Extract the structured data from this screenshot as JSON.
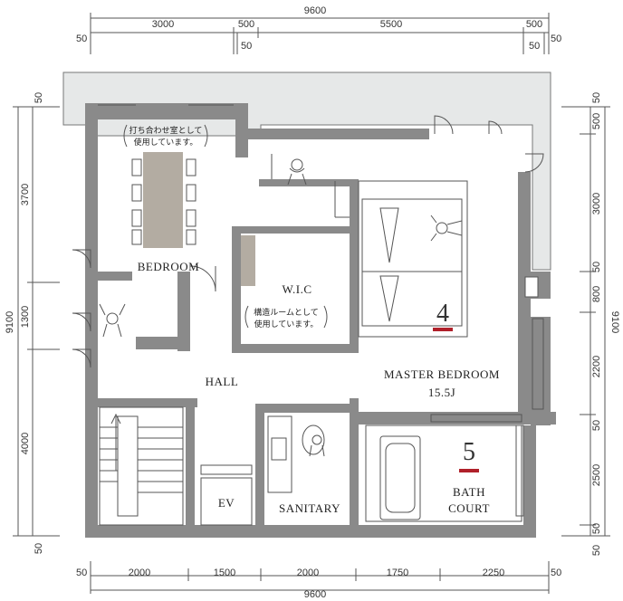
{
  "dimensions": {
    "top_total": "9600",
    "top": [
      "50",
      "3000",
      "500",
      "50",
      "5500",
      "500",
      "50",
      "50"
    ],
    "bottom": [
      "50",
      "2000",
      "1500",
      "2000",
      "1750",
      "2250",
      "50"
    ],
    "bottom_total": "9600",
    "left_total": "9100",
    "left": [
      "50",
      "3700",
      "1300",
      "4000",
      "50"
    ],
    "right_total": "9100",
    "right": [
      "50",
      "500",
      "3000",
      "50",
      "800",
      "2200",
      "50",
      "2500",
      "50",
      "50"
    ]
  },
  "rooms": {
    "bedroom": "BEDROOM",
    "wic": "W.I.C",
    "hall": "HALL",
    "master_bedroom": "MASTER BEDROOM",
    "master_area": "15.5J",
    "ev": "EV",
    "sanitary": "SANITARY",
    "bath_line1": "BATH",
    "bath_line2": "COURT"
  },
  "notes": {
    "bedroom_line1": "打ち合わせ室として",
    "bedroom_line2": "使用しています。",
    "wic_line1": "構造ルームとして",
    "wic_line2": "使用しています。"
  },
  "markers": {
    "master": "4",
    "bath": "5",
    "marker_color": "#b0202a"
  },
  "colors": {
    "wall": "#8a8a8a",
    "terrace": "#e6e8e8",
    "furniture": "#b3aca2"
  }
}
